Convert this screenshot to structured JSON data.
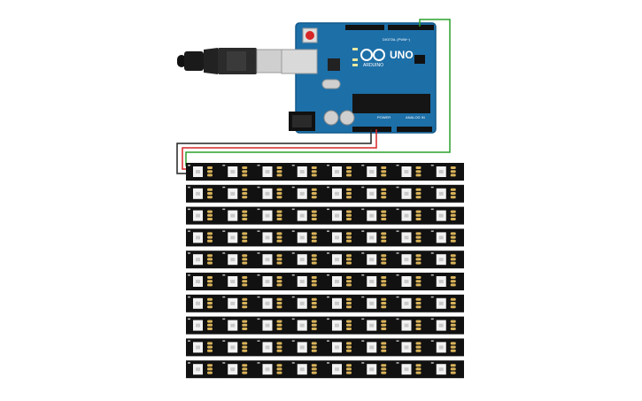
{
  "board": {
    "model": "UNO",
    "brand": "ARDUINO",
    "digital_label": "DIGITAL (PWM~)",
    "power_label": "POWER",
    "analog_label": "ANALOG IN",
    "body_color": "#1d6fa8",
    "usb_connector": "usb-b-cable",
    "power_jack": "dc-barrel-jack"
  },
  "wires": [
    {
      "name": "ground",
      "color": "#222222"
    },
    {
      "name": "5v",
      "color": "#d62728"
    },
    {
      "name": "data",
      "color": "#2ca02c"
    }
  ],
  "matrix": {
    "rows": 10,
    "leds_per_row": 8,
    "strip_color": "#111111",
    "led_color": "#f2f2f2",
    "pad_color": "#d9b35a"
  }
}
